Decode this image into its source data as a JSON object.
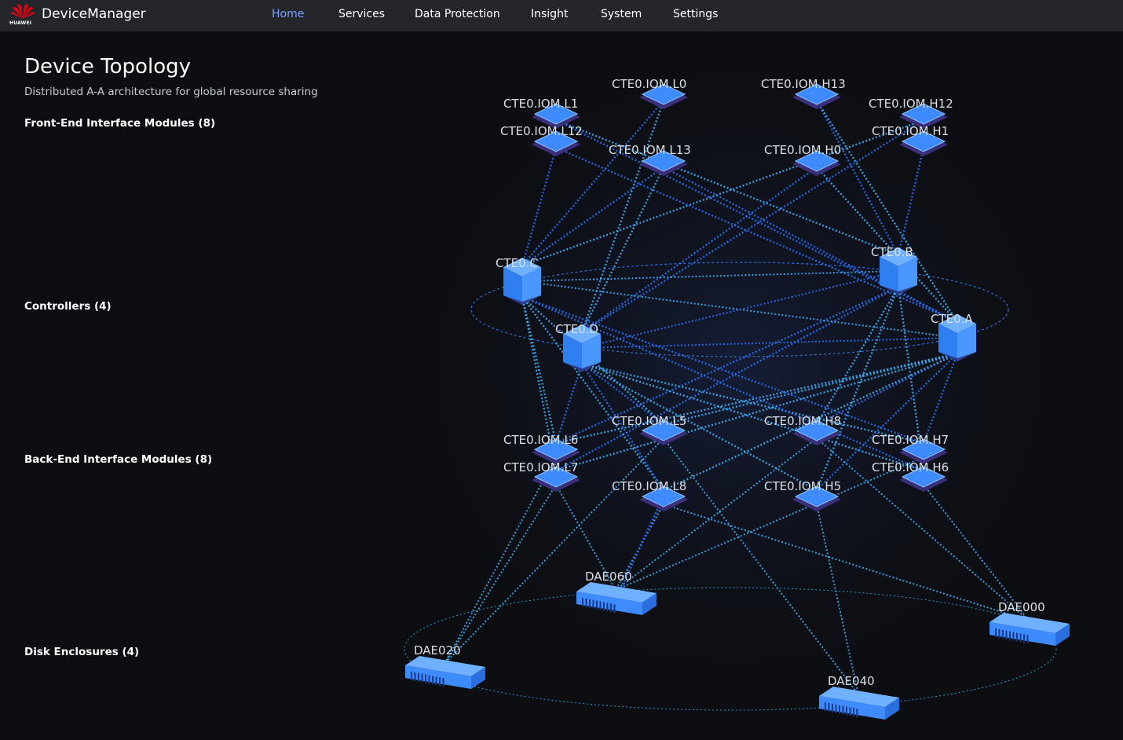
{
  "header": {
    "brand_text": "HUAWEI",
    "app_title": "DeviceManager",
    "nav": [
      {
        "label": "Home",
        "active": true
      },
      {
        "label": "Services",
        "active": false
      },
      {
        "label": "Data Protection",
        "active": false
      },
      {
        "label": "Insight",
        "active": false
      },
      {
        "label": "System",
        "active": false
      },
      {
        "label": "Settings",
        "active": false
      }
    ]
  },
  "page": {
    "title": "Device Topology",
    "subtitle": "Distributed A-A architecture for global resource sharing"
  },
  "sections": {
    "front_end": "Front-End Interface Modules (8)",
    "controllers": "Controllers (4)",
    "back_end": "Back-End Interface Modules (8)",
    "disk_enclosures": "Disk Enclosures (4)"
  },
  "colors": {
    "accent": "#7ea3ff",
    "module": "#3d8bff",
    "link": "#3fb6ff",
    "link_dark": "#2a74ff"
  },
  "topology": {
    "front_end_modules": [
      "CTE0.IOM.L0",
      "CTE0.IOM.H13",
      "CTE0.IOM.L1",
      "CTE0.IOM.H12",
      "CTE0.IOM.L12",
      "CTE0.IOM.H1",
      "CTE0.IOM.L13",
      "CTE0.IOM.H0"
    ],
    "controllers": [
      "CTE0.C",
      "CTE0.B",
      "CTE0.A",
      "CTE0.D"
    ],
    "back_end_modules": [
      "CTE0.IOM.L5",
      "CTE0.IOM.H8",
      "CTE0.IOM.L6",
      "CTE0.IOM.H7",
      "CTE0.IOM.L7",
      "CTE0.IOM.H6",
      "CTE0.IOM.L8",
      "CTE0.IOM.H5"
    ],
    "disk_enclosures": [
      "DAE060",
      "DAE000",
      "DAE020",
      "DAE040"
    ]
  }
}
